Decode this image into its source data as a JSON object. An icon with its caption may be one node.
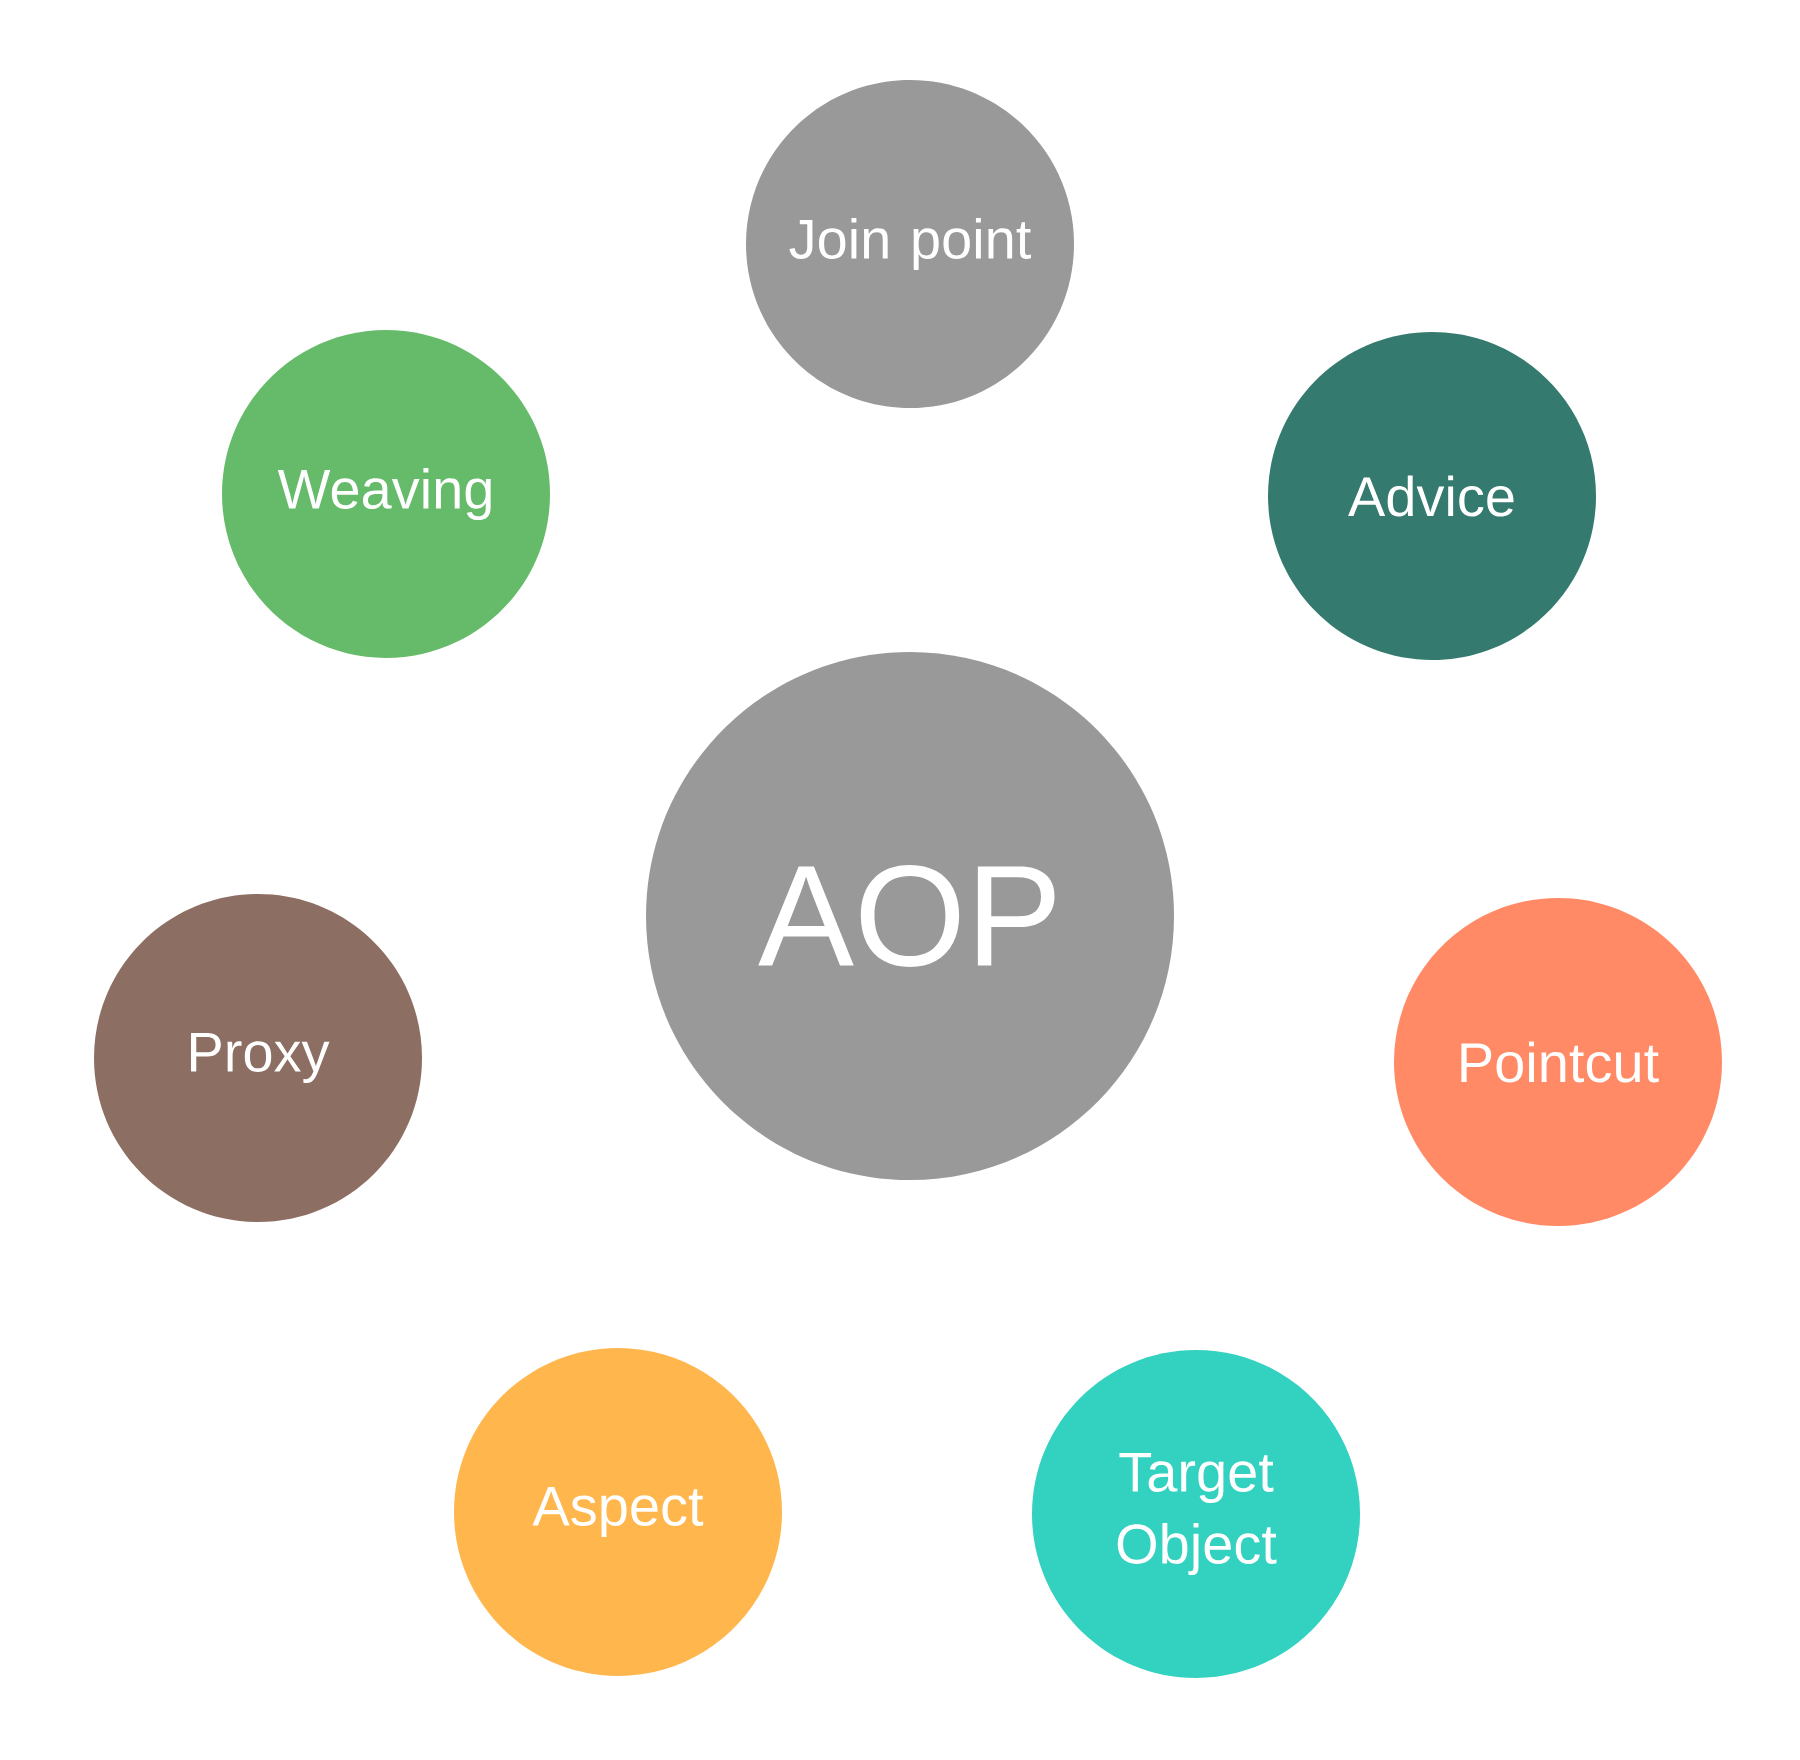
{
  "diagram": {
    "nodes": [
      {
        "text": [
          "Join point"
        ]
      },
      {
        "text": [
          "Weaving"
        ]
      },
      {
        "text": [
          "Advice"
        ]
      },
      {
        "text": [
          "AOP"
        ]
      },
      {
        "text": [
          "Proxy"
        ]
      },
      {
        "text": [
          "Pointcut"
        ]
      },
      {
        "text": [
          "Aspect"
        ]
      },
      {
        "text": [
          "Target Object"
        ]
      }
    ]
  }
}
